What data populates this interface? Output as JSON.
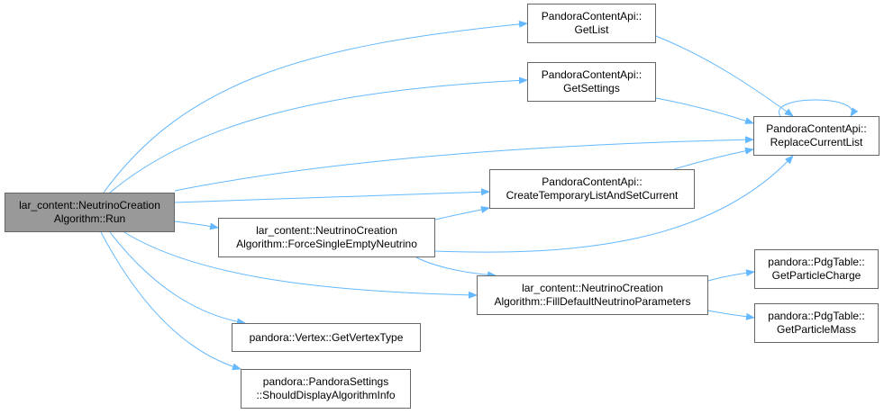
{
  "colors": {
    "edge": "#63b8ff",
    "node_border": "#666666",
    "root_fill": "#999999",
    "node_fill": "#ffffff"
  },
  "nodes": {
    "run": {
      "line1": "lar_content::NeutrinoCreation",
      "line2": "Algorithm::Run"
    },
    "getlist": {
      "line1": "PandoraContentApi::",
      "line2": "GetList"
    },
    "getsettings": {
      "line1": "PandoraContentApi::",
      "line2": "GetSettings"
    },
    "replace": {
      "line1": "PandoraContentApi::",
      "line2": "ReplaceCurrentList"
    },
    "createtemp": {
      "line1": "PandoraContentApi::",
      "line2": "CreateTemporaryListAndSetCurrent"
    },
    "forcesingle": {
      "line1": "lar_content::NeutrinoCreation",
      "line2": "Algorithm::ForceSingleEmptyNeutrino"
    },
    "filldefault": {
      "line1": "lar_content::NeutrinoCreation",
      "line2": "Algorithm::FillDefaultNeutrinoParameters"
    },
    "charge": {
      "line1": "pandora::PdgTable::",
      "line2": "GetParticleCharge"
    },
    "mass": {
      "line1": "pandora::PdgTable::",
      "line2": "GetParticleMass"
    },
    "vertextype": {
      "line1": "pandora::Vertex::GetVertexType"
    },
    "shoulddisplay": {
      "line1": "pandora::PandoraSettings",
      "line2": "::ShouldDisplayAlgorithmInfo"
    }
  }
}
